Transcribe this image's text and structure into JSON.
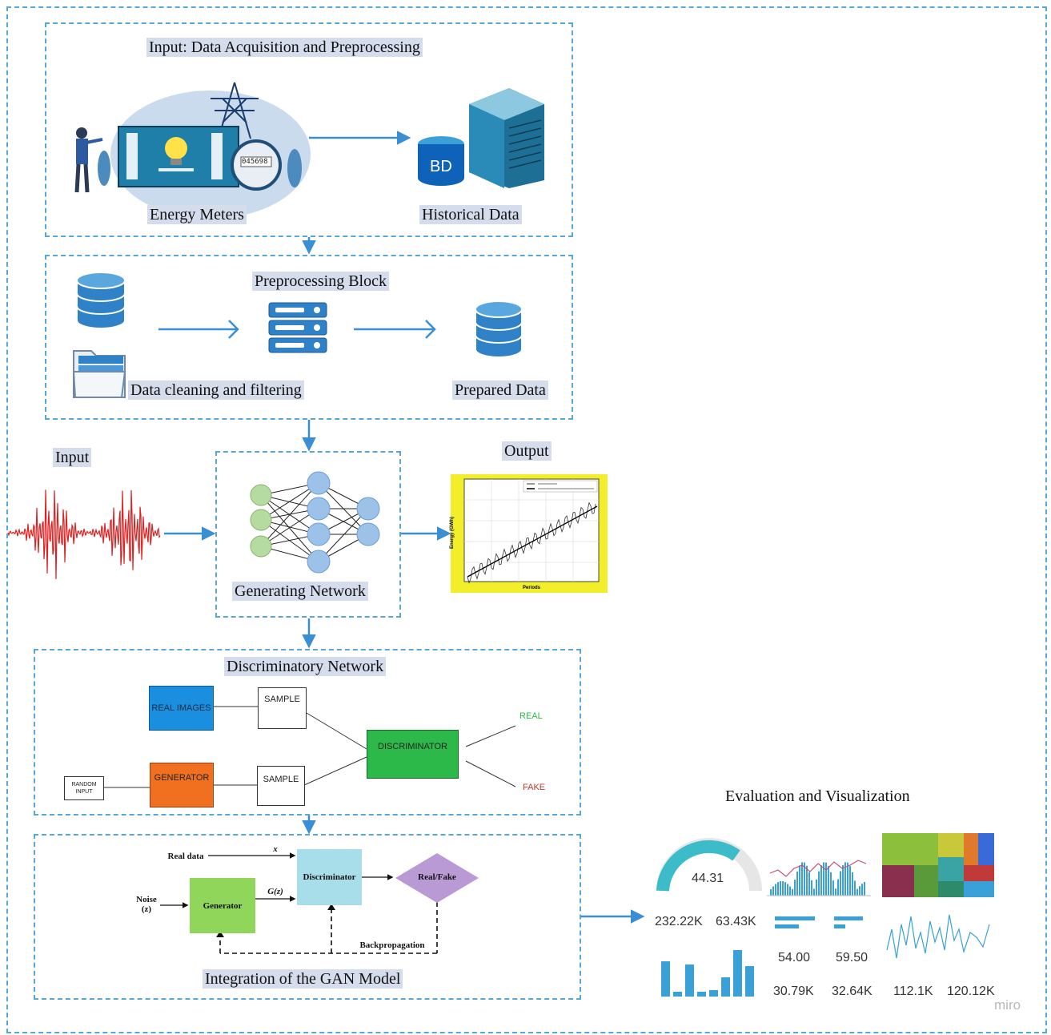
{
  "sections": {
    "input_acquisition": {
      "title": "Input: Data Acquisition and Preprocessing",
      "energy_meters": "Energy Meters",
      "historical_data": "Historical Data",
      "bd_label": "BD",
      "meter_reading": "045698"
    },
    "preprocessing": {
      "title": "Preprocessing Block",
      "cleaning": "Data cleaning and filtering",
      "prepared": "Prepared Data"
    },
    "generating": {
      "input_label": "Input",
      "output_label": "Output",
      "network_label": "Generating Network",
      "plot_xlabel": "Periods",
      "plot_ylabel": "Energy (GWh)"
    },
    "discriminatory": {
      "title": "Discriminatory Network",
      "real_images": "REAL IMAGES",
      "sample_top": "SAMPLE",
      "sample_bottom": "SAMPLE",
      "generator": "GENERATOR",
      "random_input": "RANDOM INPUT",
      "discriminator": "DISCRIMINATOR",
      "real": "REAL",
      "fake": "FAKE"
    },
    "integration": {
      "title": "Integration of the GAN Model",
      "real_data": "Real data",
      "x_label": "x",
      "noise": "Noise",
      "z": "(z)",
      "gz": "G(z)",
      "generator": "Generator",
      "discriminator": "Discriminator",
      "real_fake": "Real/Fake",
      "backprop": "Backpropagation"
    },
    "evaluation": {
      "title": "Evaluation and Visualization",
      "gauge_value": "44.31",
      "kpis": [
        "232.22K",
        "63.43K",
        "54.00",
        "59.50",
        "30.79K",
        "32.64K",
        "112.1K",
        "120.12K"
      ],
      "watermark": "miro"
    }
  },
  "colors": {
    "dashed_border": "#5aa7d6",
    "arrow": "#3a8fd4",
    "real_images": "#1a8fe0",
    "generator": "#f07020",
    "discriminator": "#2db84a",
    "gan_generator": "#8fd65a",
    "gan_discriminator": "#a8ddea",
    "gan_realfake": "#b99ad4"
  }
}
